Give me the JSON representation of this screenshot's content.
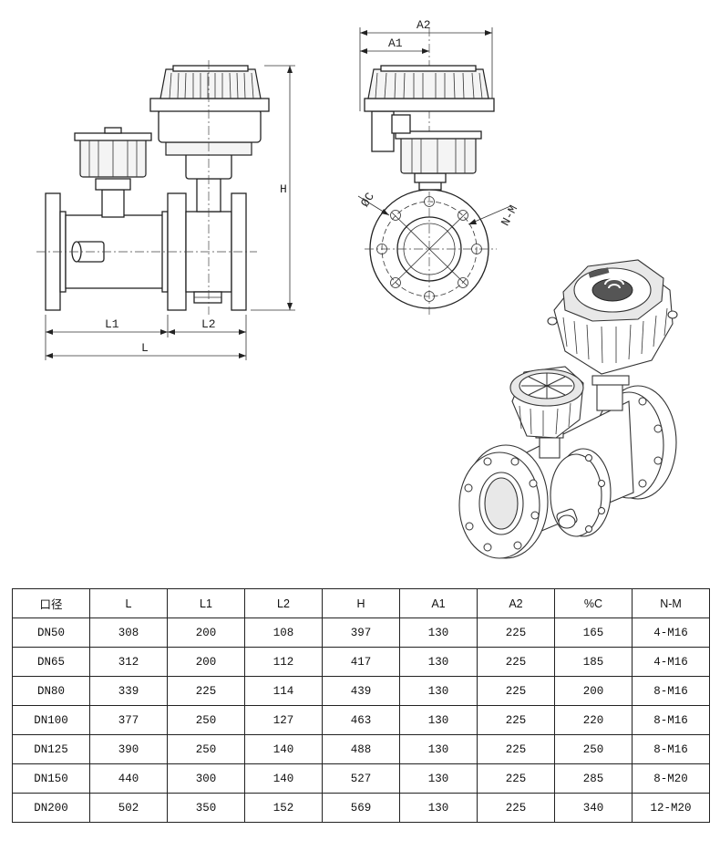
{
  "dimension_labels": {
    "L": "L",
    "L1": "L1",
    "L2": "L2",
    "H": "H",
    "A1": "A1",
    "A2": "A2",
    "C": "ØC",
    "NM": "N-M"
  },
  "table": {
    "headers": [
      "口径",
      "L",
      "L1",
      "L2",
      "H",
      "A1",
      "A2",
      "%C",
      "N-M"
    ],
    "rows": [
      [
        "DN50",
        "308",
        "200",
        "108",
        "397",
        "130",
        "225",
        "165",
        "4-M16"
      ],
      [
        "DN65",
        "312",
        "200",
        "112",
        "417",
        "130",
        "225",
        "185",
        "4-M16"
      ],
      [
        "DN80",
        "339",
        "225",
        "114",
        "439",
        "130",
        "225",
        "200",
        "8-M16"
      ],
      [
        "DN100",
        "377",
        "250",
        "127",
        "463",
        "130",
        "225",
        "220",
        "8-M16"
      ],
      [
        "DN125",
        "390",
        "250",
        "140",
        "488",
        "130",
        "225",
        "250",
        "8-M16"
      ],
      [
        "DN150",
        "440",
        "300",
        "140",
        "527",
        "130",
        "225",
        "285",
        "8-M20"
      ],
      [
        "DN200",
        "502",
        "350",
        "152",
        "569",
        "130",
        "225",
        "340",
        "12-M20"
      ]
    ]
  }
}
